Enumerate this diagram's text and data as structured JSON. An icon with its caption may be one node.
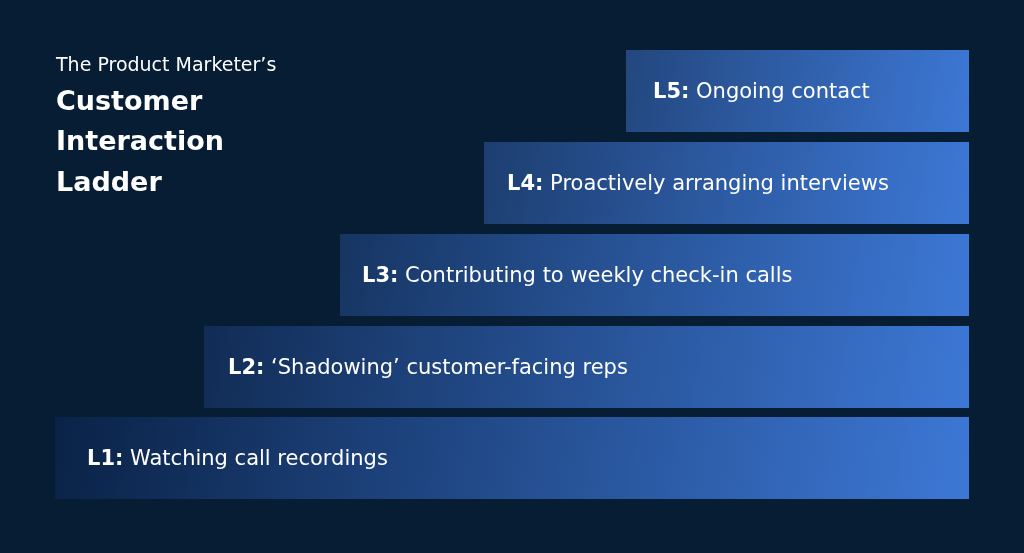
{
  "diagram": {
    "title": "The Product Marketer’s **Customer Interaction Ladder**",
    "nodes": [
      {
        "text": [
          "**L5:** Ongoing contact"
        ]
      },
      {
        "text": [
          "**L4:** Proactively arranging interviews"
        ]
      },
      {
        "text": [
          "**L3:** Contributing to weekly check-in calls"
        ]
      },
      {
        "text": [
          "**L2:** ‘Shadowing’ customer-facing reps"
        ]
      },
      {
        "text": [
          "**L1:** Watching call recordings"
        ]
      }
    ]
  }
}
